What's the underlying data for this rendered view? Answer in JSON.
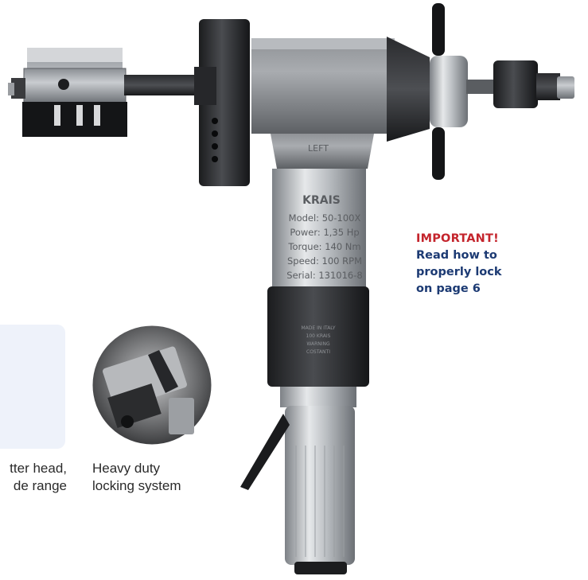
{
  "callout": {
    "headline": "IMPORTANT!",
    "body_lines": [
      "Read how to",
      "properly lock",
      "on page 6"
    ]
  },
  "captions": {
    "left_line1": "tter head,",
    "left_line2": "de range",
    "middle_line1": "Heavy duty",
    "middle_line2": "locking system"
  },
  "tool_label": {
    "brand": "KRAIS",
    "direction": "LEFT",
    "model_line": "Model: 50-100X",
    "power_line": "Power: 1,35 Hp",
    "torque_line": "Torque: 140 Nm",
    "speed_line": "Speed: 100 RPM",
    "serial_line": "Serial: 131016-8",
    "engraving_lines": [
      "MADE IN ITALY",
      "100 KRAIS",
      "WARNING",
      "COSTANTI"
    ]
  },
  "colors": {
    "accent_red": "#c4242c",
    "accent_navy": "#1c3a73",
    "card_bg": "#eef2fa"
  }
}
